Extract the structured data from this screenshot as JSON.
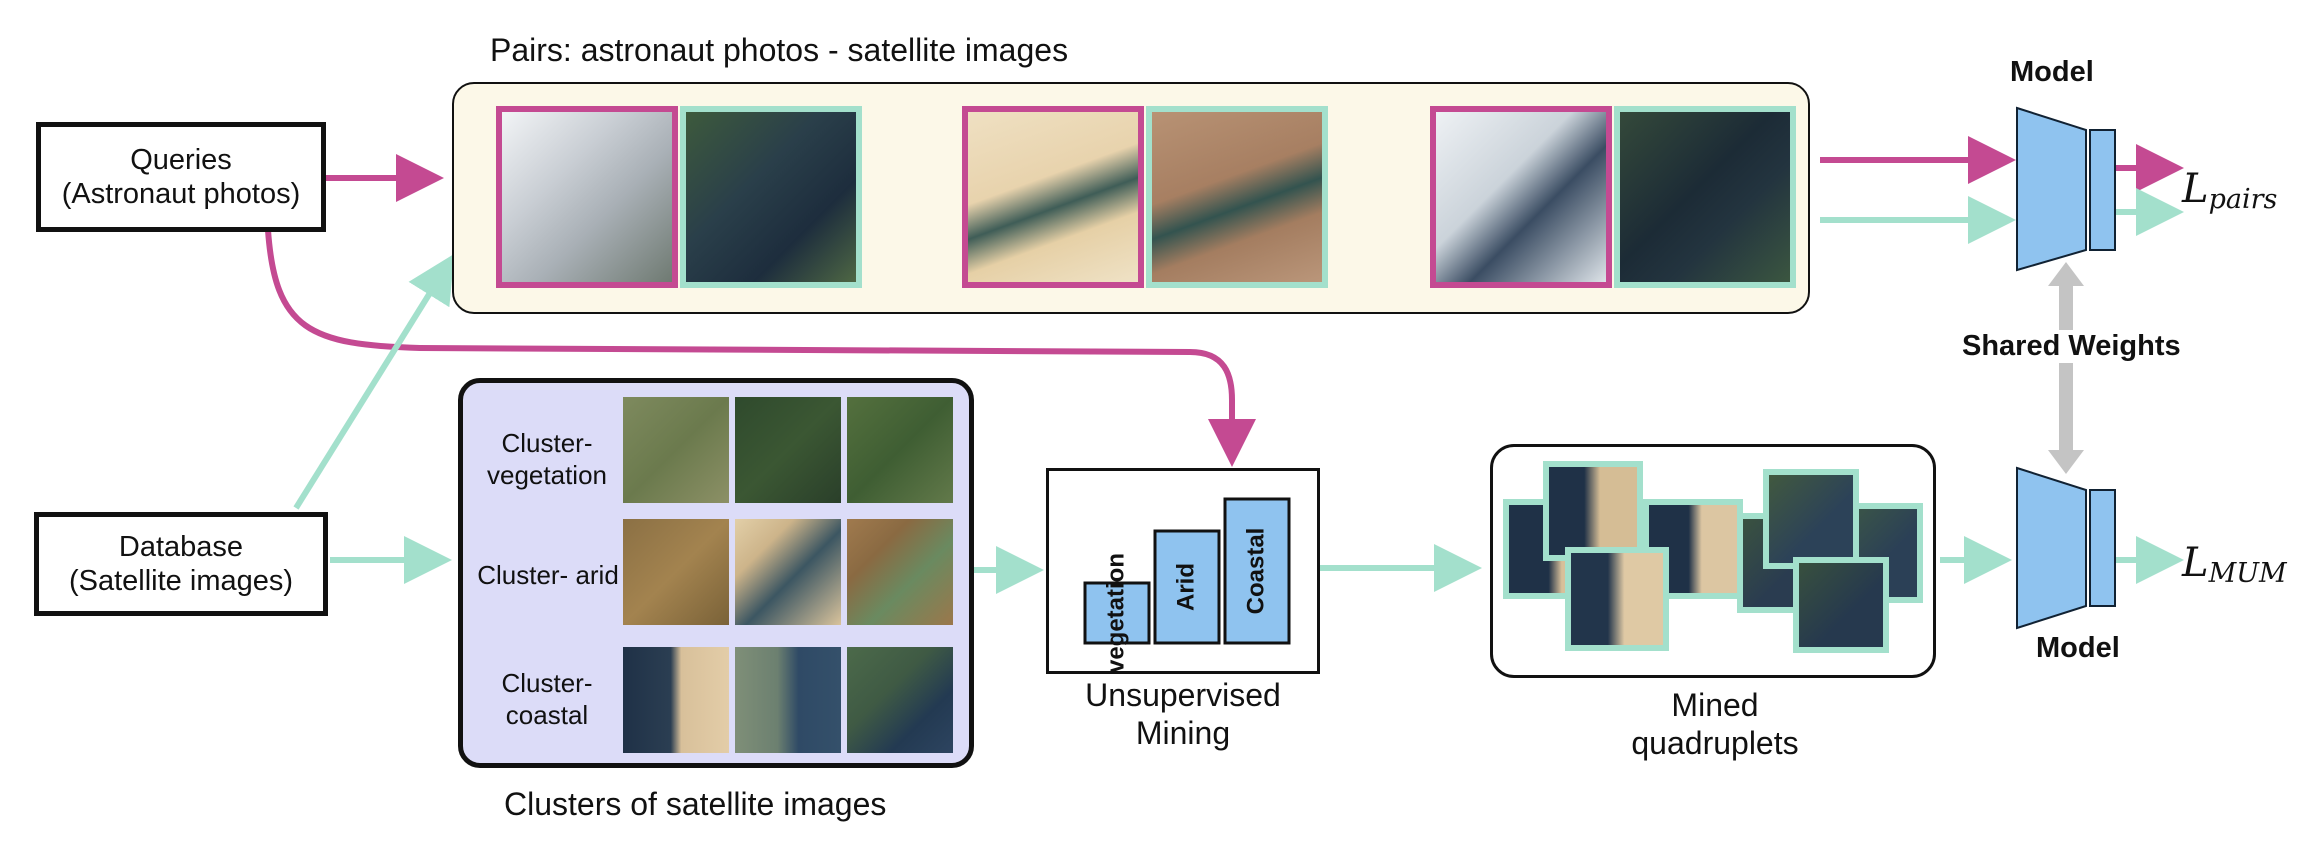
{
  "pairs_title": "Pairs: astronaut photos - satellite images",
  "queries_box": {
    "line1": "Queries",
    "line2": "(Astronaut photos)"
  },
  "database_box": {
    "line1": "Database",
    "line2": "(Satellite images)"
  },
  "clusters": [
    {
      "label": "Cluster-\nvegetation"
    },
    {
      "label": "Cluster- arid"
    },
    {
      "label": "Cluster-\ncoastal"
    }
  ],
  "clusters_caption": "Clusters of satellite images",
  "mining": {
    "bars": [
      {
        "label": "vegetation",
        "height": 0.3
      },
      {
        "label": "Arid",
        "height": 0.56
      },
      {
        "label": "Coastal",
        "height": 0.72
      }
    ],
    "caption_line1": "Unsupervised",
    "caption_line2": "Mining"
  },
  "quadruplets": {
    "caption_line1": "Mined",
    "caption_line2": "quadruplets"
  },
  "model_top_label": "Model",
  "model_bottom_label": "Model",
  "shared_weights_label": "Shared Weights",
  "loss_pairs": {
    "main": "L",
    "sub": "pairs"
  },
  "loss_mum": {
    "main": "L",
    "sub": "MUM"
  },
  "colors": {
    "magenta": "#c44a92",
    "mint": "#a3e0cc",
    "model_blue": "#8fc3ef",
    "pairs_bg": "#fcf8e8",
    "clusters_bg": "#dcdcf8",
    "grey": "#c4c4c4"
  }
}
